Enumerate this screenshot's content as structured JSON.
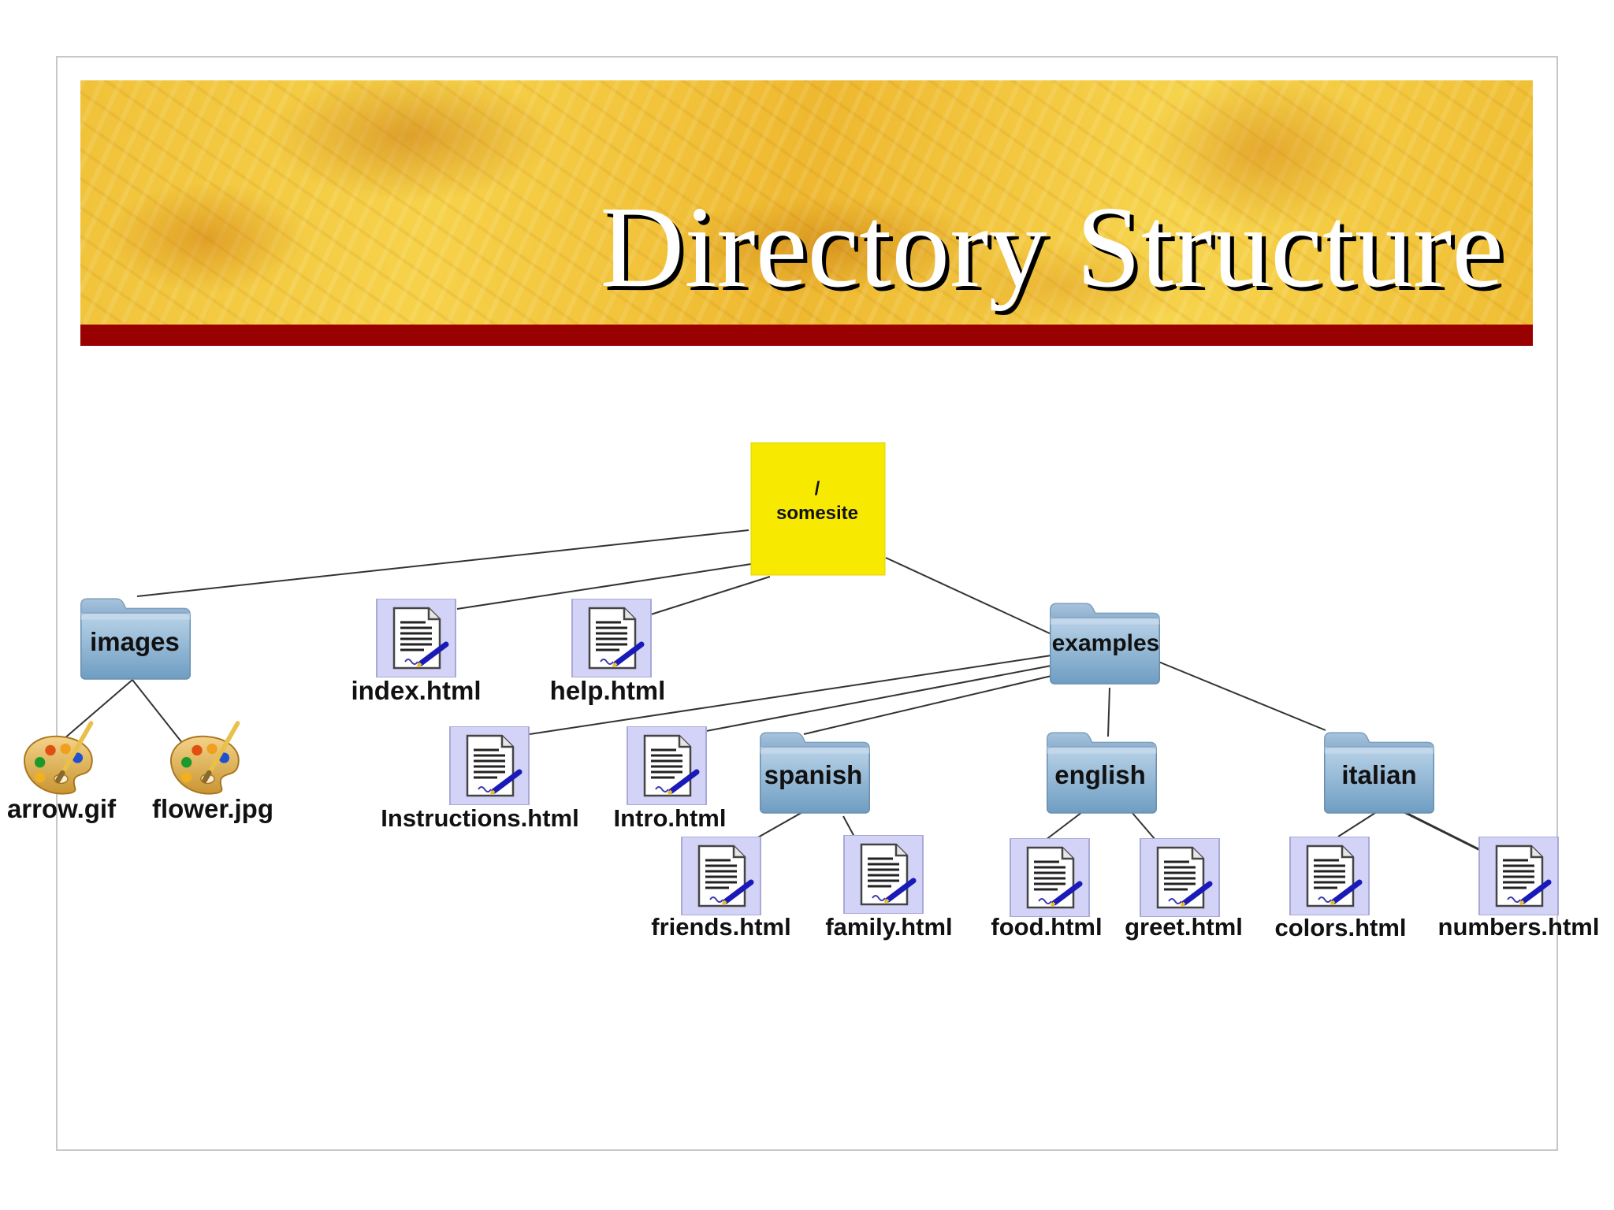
{
  "slide": {
    "title": "Directory Structure"
  },
  "colors": {
    "banner_strip": "#990000",
    "root_box": "#f7ea00",
    "file_tile": "#d3d3f7",
    "folder": "#7aa6c8"
  },
  "tree": {
    "root": {
      "line1": "/",
      "line2": "somesite",
      "icon": "root-box"
    },
    "images": {
      "label": "images",
      "icon": "folder-icon",
      "children": [
        {
          "label": "arrow.gif",
          "icon": "palette-icon"
        },
        {
          "label": "flower.jpg",
          "icon": "palette-icon"
        }
      ]
    },
    "root_files": [
      {
        "label": "index.html",
        "icon": "document-icon"
      },
      {
        "label": "help.html",
        "icon": "document-icon"
      }
    ],
    "examples": {
      "label": "examples",
      "icon": "folder-icon",
      "files": [
        {
          "label": "Instructions.html",
          "icon": "document-icon"
        },
        {
          "label": "Intro.html",
          "icon": "document-icon"
        }
      ],
      "spanish": {
        "label": "spanish",
        "icon": "folder-icon",
        "children": [
          {
            "label": "friends.html",
            "icon": "document-icon"
          },
          {
            "label": "family.html",
            "icon": "document-icon"
          }
        ]
      },
      "english": {
        "label": "english",
        "icon": "folder-icon",
        "children": [
          {
            "label": "food.html",
            "icon": "document-icon"
          },
          {
            "label": "greet.html",
            "icon": "document-icon"
          }
        ]
      },
      "italian": {
        "label": "italian",
        "icon": "folder-icon",
        "children": [
          {
            "label": "colors.html",
            "icon": "document-icon"
          },
          {
            "label": "numbers.html",
            "icon": "document-icon"
          }
        ]
      }
    }
  }
}
